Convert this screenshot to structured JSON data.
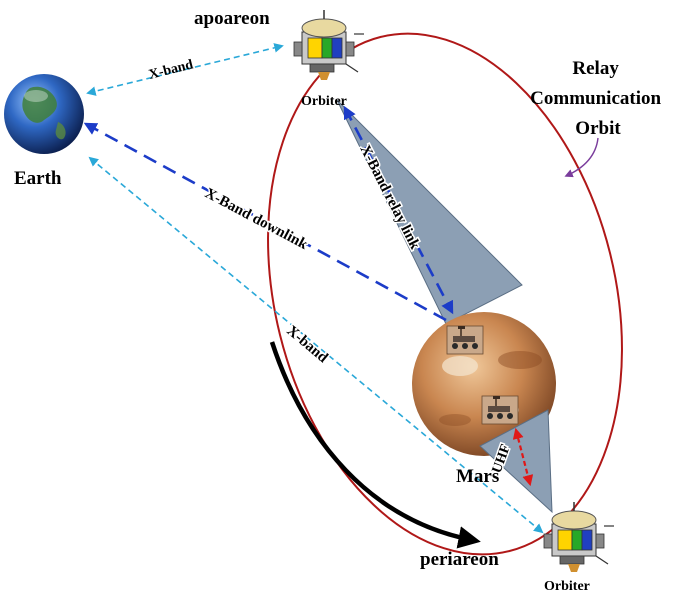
{
  "labels": {
    "apoareon": "apoareon",
    "orbiter_top": "Orbiter",
    "earth": "Earth",
    "orbit_title": [
      "Relay",
      "Communication",
      "Orbit"
    ],
    "x_band_top": "X-band",
    "x_band_relay": "X-Band relay link",
    "x_band_downlink": "X-Band downlink",
    "x_band_lower": "X-band",
    "uhf": "UHF",
    "mars": "Mars",
    "periareon": "periareon",
    "orbiter_bottom": "Orbiter"
  },
  "icons": {
    "earth": "earth-globe-icon",
    "mars": "mars-planet-icon",
    "orbiter": "satellite-orbiter-icon",
    "rover": "mars-rover-icon"
  },
  "colors": {
    "orbit": "#b01818",
    "x_band_light": "#2aa8d8",
    "x_band_dark": "#1c3cc8",
    "uhf": "#e01818",
    "beam": "#8c9fb4",
    "periareon_arrow": "#000000",
    "callout": "#7a3c9c"
  }
}
